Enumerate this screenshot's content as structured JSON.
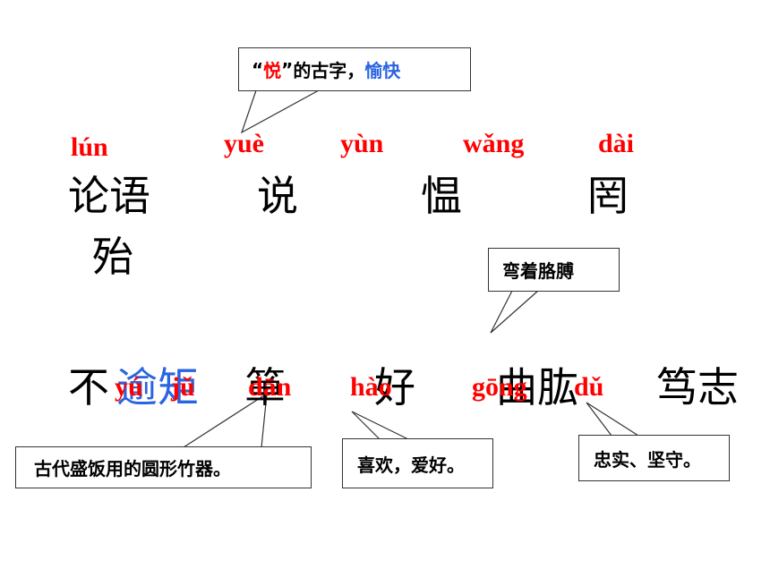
{
  "callout_top": {
    "q_open": "“",
    "char": "悦",
    "q_close": "”",
    "mid": "的古字，",
    "meaning": "愉快"
  },
  "row1_pinyin": [
    "lún",
    "yuè",
    "yùn",
    "wǎng",
    "dài"
  ],
  "row1_chars": {
    "lunyu": "论语",
    "yue": "说",
    "yun": "愠",
    "wang": "罔",
    "dai": "殆"
  },
  "callout_elbow": "弯着胳膊",
  "row2_chars": {
    "bu": "不",
    "yuju": "逾矩",
    "dan": "箪",
    "hao": "好",
    "qugong": "曲肱",
    "duzhi": "笃志"
  },
  "row2_pinyin": [
    "yú",
    "jǔ",
    "dān",
    "hào",
    "gōng",
    "dǔ"
  ],
  "callout_dan": "古代盛饭用的圆形竹器。",
  "callout_hao": "喜欢，爱好。",
  "callout_du": "忠实、坚守。"
}
